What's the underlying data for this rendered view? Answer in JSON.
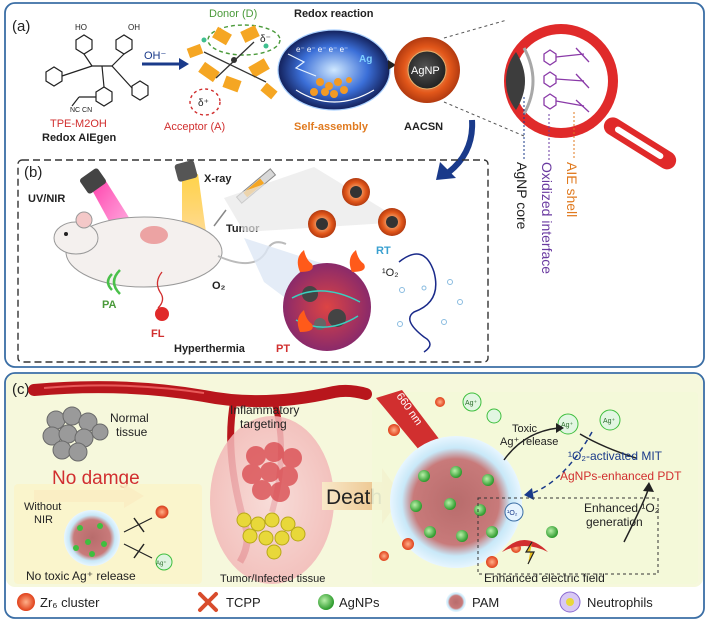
{
  "panel_a": {
    "label_a": "(a)",
    "label_b": "(b)",
    "molecule_name": "TPE-M2OH",
    "molecule_class": "Redox AIEgen",
    "oh": "OH⁻",
    "donor": "Donor (D)",
    "acceptor": "Acceptor (A)",
    "delta_minus": "δ⁻",
    "delta_plus": "δ⁺",
    "redox": "Redox reaction",
    "electrons": "e⁻ e⁻ e⁻ e⁻ e⁻",
    "ag": "Ag",
    "self_assembly": "Self-assembly",
    "agnp": "AgNP",
    "aacsn": "AACSN",
    "core": "AgNP core",
    "interface": "Oxidized interface",
    "shell": "AIE shell",
    "uvnir": "UV/NIR",
    "xray": "X-ray",
    "tumor": "Tumor",
    "rt": "RT",
    "singlet_o2": "¹O₂",
    "pa": "PA",
    "o2": "O₂",
    "fl": "FL",
    "hyperthermia": "Hyperthermia",
    "pt": "PT"
  },
  "panel_c": {
    "label_c": "(c)",
    "normal_tissue": "Normal\ntissue",
    "no_damage": "No damge",
    "without_nir": "Without\nNIR",
    "ag_plus": "Ag⁺",
    "no_toxic": "No toxic Ag⁺ release",
    "inflammatory": "Inflammatory\ntargeting",
    "tumor_tissue": "Tumor/Infected tissue",
    "death": "Death",
    "nm660": "660 nm",
    "toxic": "Toxic\nAg⁺ release",
    "o2_mit": "¹O₂-activated MIT",
    "agnps_pdt": "AgNPs-enhanced PDT",
    "enhanced_o2": "Enhanced ¹O₂\ngeneration",
    "electric": "Enhanced electric field",
    "o2_small": "¹O₂"
  },
  "legend": {
    "zr6": "Zr₆ cluster",
    "tcpp": "TCPP",
    "agnps": "AgNPs",
    "pam": "PAM",
    "neutrophils": "Neutrophils"
  },
  "colors": {
    "panel_border": "#3b6ea5",
    "orange_text": "#e07a1f",
    "red_text": "#d12f2f",
    "green_text": "#4a9a3a",
    "purple_text": "#6a3aa0",
    "magnifier_red": "#e02a2a",
    "panel_c_bg": "#f3f7d2",
    "agnp_green": "#3fbf3f"
  }
}
